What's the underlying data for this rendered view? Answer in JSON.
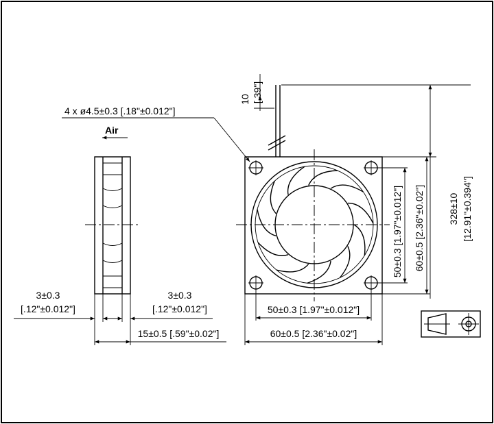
{
  "hole_callout": "4 x ø4.5±0.3 [.18\"±0.012\"]",
  "airflow_label": "Air",
  "cable": {
    "exit_dim": "10",
    "exit_dim_in": "[.39\"]",
    "length_dim": "328±10",
    "length_dim_in": "[12.91\"±0.394\"]"
  },
  "front": {
    "hole_spacing_h": "50±0.3",
    "hole_spacing_h_in": "[1.97\"±0.012\"]",
    "width": "60±0.5",
    "width_in": "[2.36\"±0.02\"]",
    "hole_spacing_v": "50±0.3",
    "hole_spacing_v_in": "[1.97\"±0.012\"]",
    "height": "60±0.5",
    "height_in": "[2.36\"±0.02\"]"
  },
  "side": {
    "flange_left": "3±0.3",
    "flange_left_in": "[.12\"±0.012\"]",
    "flange_right": "3±0.3",
    "flange_right_in": "[.12\"±0.012\"]",
    "thickness": "15±0.5",
    "thickness_in": "[.59\"±0.02\"]"
  },
  "projection_symbol": "third-angle-projection-icon"
}
